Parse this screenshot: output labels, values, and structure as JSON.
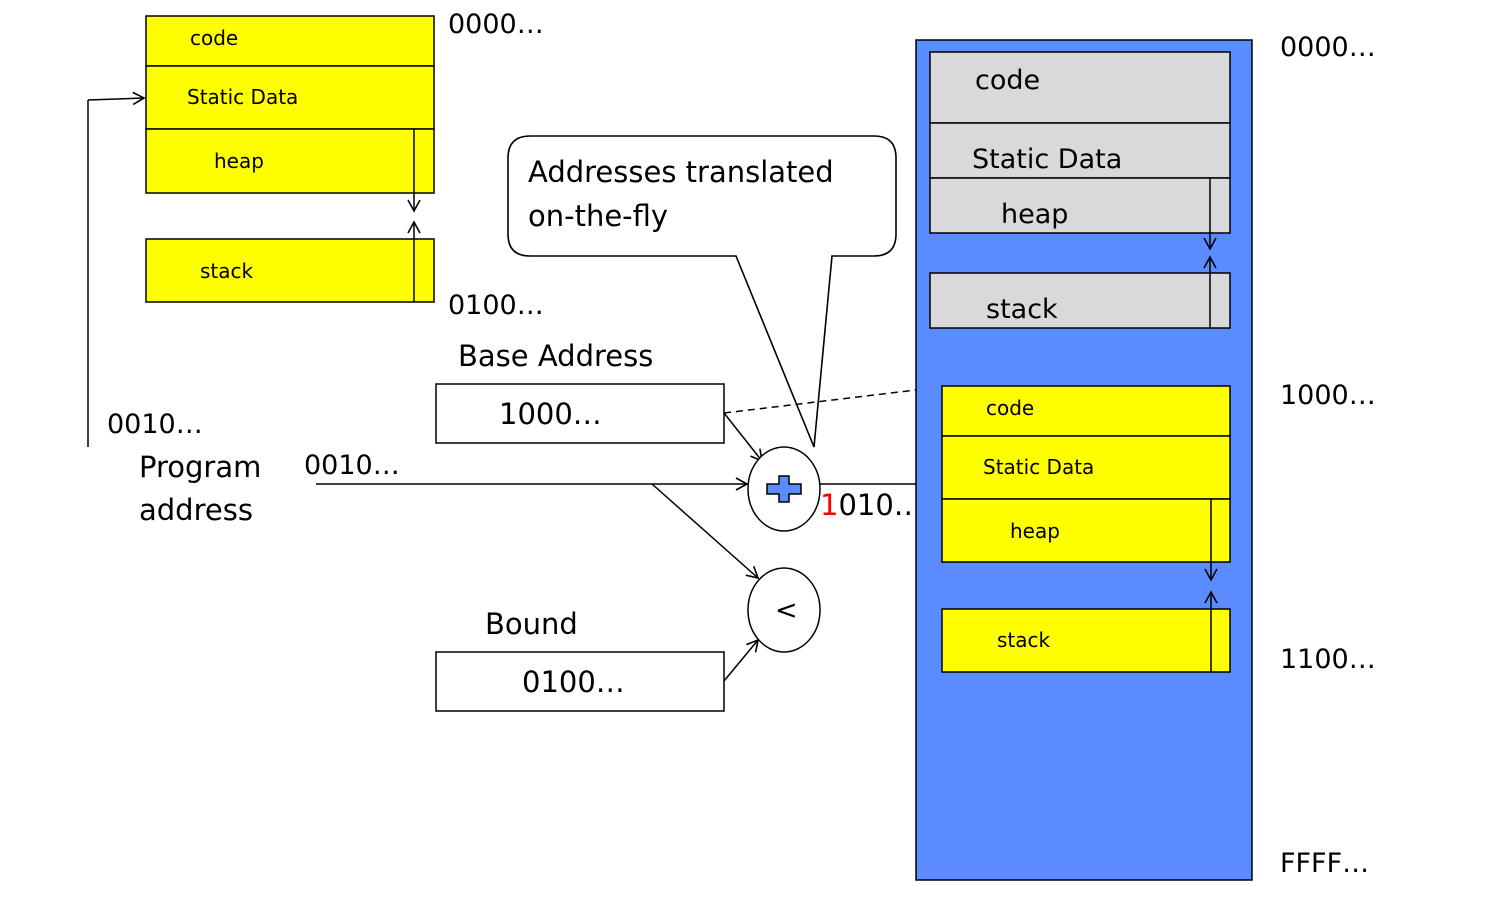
{
  "colors": {
    "segment_fill": "#ffff00",
    "physical_memory_fill": "#5b8cff",
    "upper_segment_fill": "#d9d9d9",
    "highlight_digit": "#ff0000",
    "adder_icon_fill": "#5b8cff",
    "outline": "#000000"
  },
  "virtual_space": {
    "segments": [
      "code",
      "Static Data",
      "heap",
      "stack"
    ],
    "start_addr": "0000…",
    "end_addr": "0100…"
  },
  "physical_memory": {
    "upper_segments": [
      "code",
      "Static Data",
      "heap",
      "stack"
    ],
    "lower_segments": [
      "code",
      "Static Data",
      "heap",
      "stack"
    ],
    "addr_labels": [
      "0000…",
      "1000…",
      "1100…",
      "FFFF…"
    ]
  },
  "callout": {
    "line1": "Addresses translated",
    "line2": "on-the-fly"
  },
  "base": {
    "label": "Base Address",
    "value": "1000…"
  },
  "bound": {
    "label": "Bound",
    "value": "0100…"
  },
  "program": {
    "pointer_value": "0010…",
    "label_line1": "Program",
    "label_line2": "address",
    "input_value": "0010…"
  },
  "adder": {
    "symbol_icon": "plus-icon"
  },
  "comparator": {
    "symbol": "<"
  },
  "result": {
    "highlight_digit": "1",
    "rest": "010…"
  }
}
